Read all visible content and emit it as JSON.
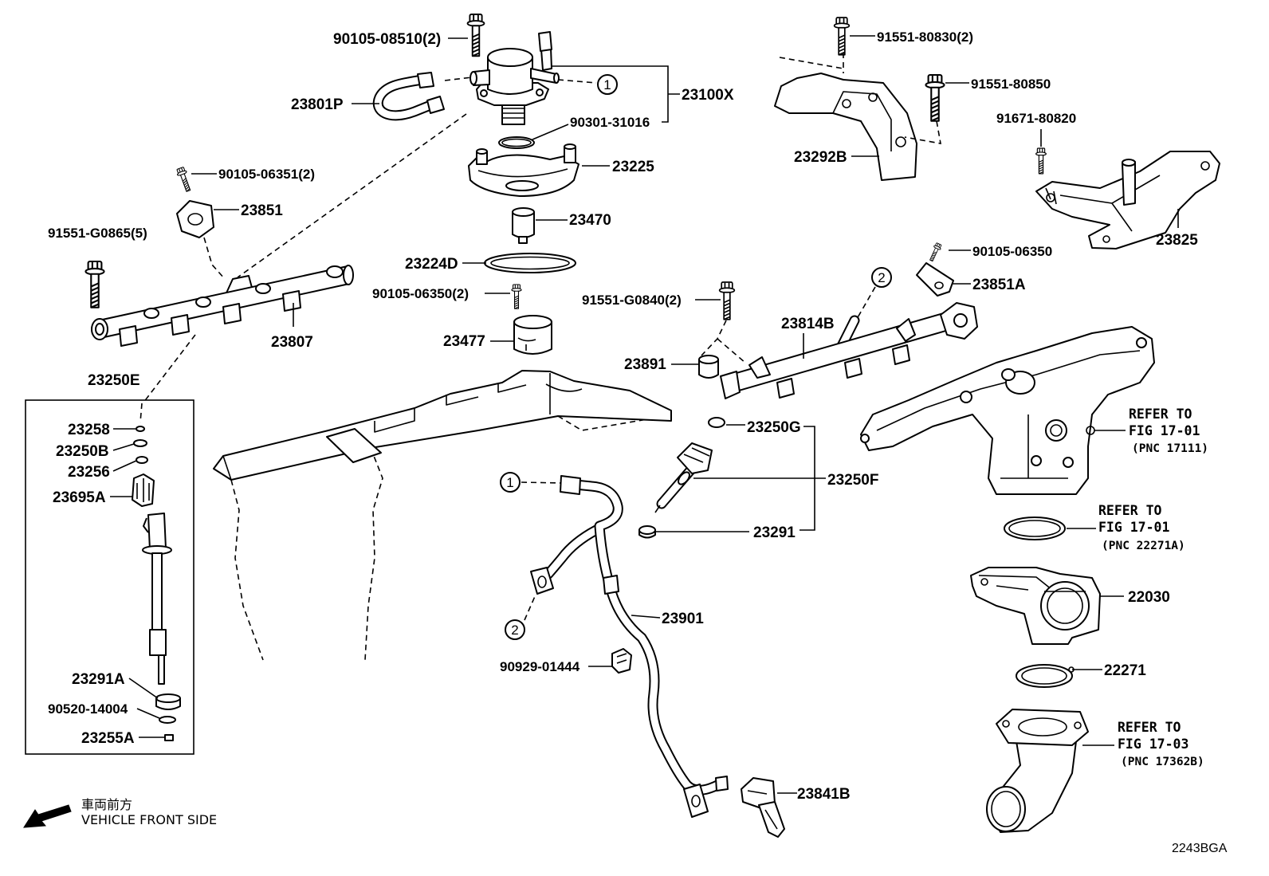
{
  "labels": {
    "b90105_08510": "90105-08510(2)",
    "p23801P": "23801P",
    "p23100X": "23100X",
    "r90301_31016": "90301-31016",
    "p23225": "23225",
    "p23470": "23470",
    "p23224D": "23224D",
    "b90105_06350_2": "90105-06350(2)",
    "p23477": "23477",
    "b90105_06351": "90105-06351(2)",
    "p23851": "23851",
    "b91551_G0865": "91551-G0865(5)",
    "p23807": "23807",
    "p23250E": "23250E",
    "p23258": "23258",
    "p23250B": "23250B",
    "p23256": "23256",
    "p23695A": "23695A",
    "p23291A": "23291A",
    "r90520_14004": "90520-14004",
    "p23255A": "23255A",
    "b91551_80830": "91551-80830(2)",
    "b91551_80850": "91551-80850",
    "b91671_80820": "91671-80820",
    "p23292B": "23292B",
    "p23825": "23825",
    "b90105_06350": "90105-06350",
    "p23851A": "23851A",
    "b91551_G0840": "91551-G0840(2)",
    "p23814B": "23814B",
    "p23891": "23891",
    "p23250G": "23250G",
    "p23250F": "23250F",
    "p23291": "23291",
    "p23901": "23901",
    "c90929_01444": "90929-01444",
    "p23841B": "23841B",
    "p22030": "22030",
    "p22271": "22271"
  },
  "references": [
    {
      "line1": "REFER TO",
      "line2": "FIG 17-01",
      "line3": "(PNC 17111)"
    },
    {
      "line1": "REFER TO",
      "line2": "FIG 17-01",
      "line3": "(PNC 22271A)"
    },
    {
      "line1": "REFER TO",
      "line2": "FIG 17-03",
      "line3": "(PNC 17362B)"
    }
  ],
  "callouts": {
    "one": "1",
    "two": "2"
  },
  "direction_note": {
    "jp": "車両前方",
    "en": "VEHICLE FRONT SIDE"
  },
  "diagram_code": "2243BGA"
}
